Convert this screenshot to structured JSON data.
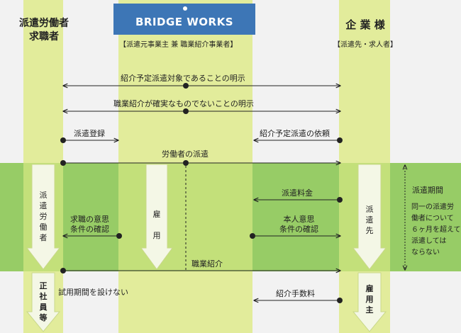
{
  "header": {
    "left_title_1": "派遣労働者",
    "left_title_2": "求職者",
    "logo_text": "BRIDGE WORKS",
    "center_caption": "【派遣元事業主 兼 職業紹介事業者】",
    "right_title": "企 業 様",
    "right_caption": "【派遣先・求人者】"
  },
  "arrows": {
    "a1": "紹介予定派遣対象であることの明示",
    "a2": "職業紹介が確実なものでないことの明示",
    "a3_left": "派遣登録",
    "a3_right": "紹介予定派遣の依頼",
    "a4": "労働者の派遣",
    "fee": "派遣料金",
    "left_confirm_1": "求職の意思",
    "left_confirm_2": "条件の確認",
    "right_confirm_1": "本人意思",
    "right_confirm_2": "条件の確認",
    "placement": "職業紹介",
    "placement_fee": "紹介手数料"
  },
  "columns": {
    "left_dispatch": "派遣労働者",
    "left_regular": "正社員等",
    "trial": "試用期間を設けない",
    "center_employ": "雇用",
    "right_dispatch": "派遣先",
    "right_employer": "雇用主"
  },
  "period": {
    "label": "派遣期間",
    "note_1": "同一の派遣労",
    "note_2": "働者について",
    "note_3": "６ヶ月を超えて",
    "note_4": "派遣しては",
    "note_5": "ならない"
  },
  "colors": {
    "background": "#f2f2f2",
    "column": "#e2ec9b",
    "band": "#97cc66",
    "band_column": "#c3e07a",
    "down_arrow": "#f4f7e6",
    "logo_bg": "#3d76b6"
  }
}
